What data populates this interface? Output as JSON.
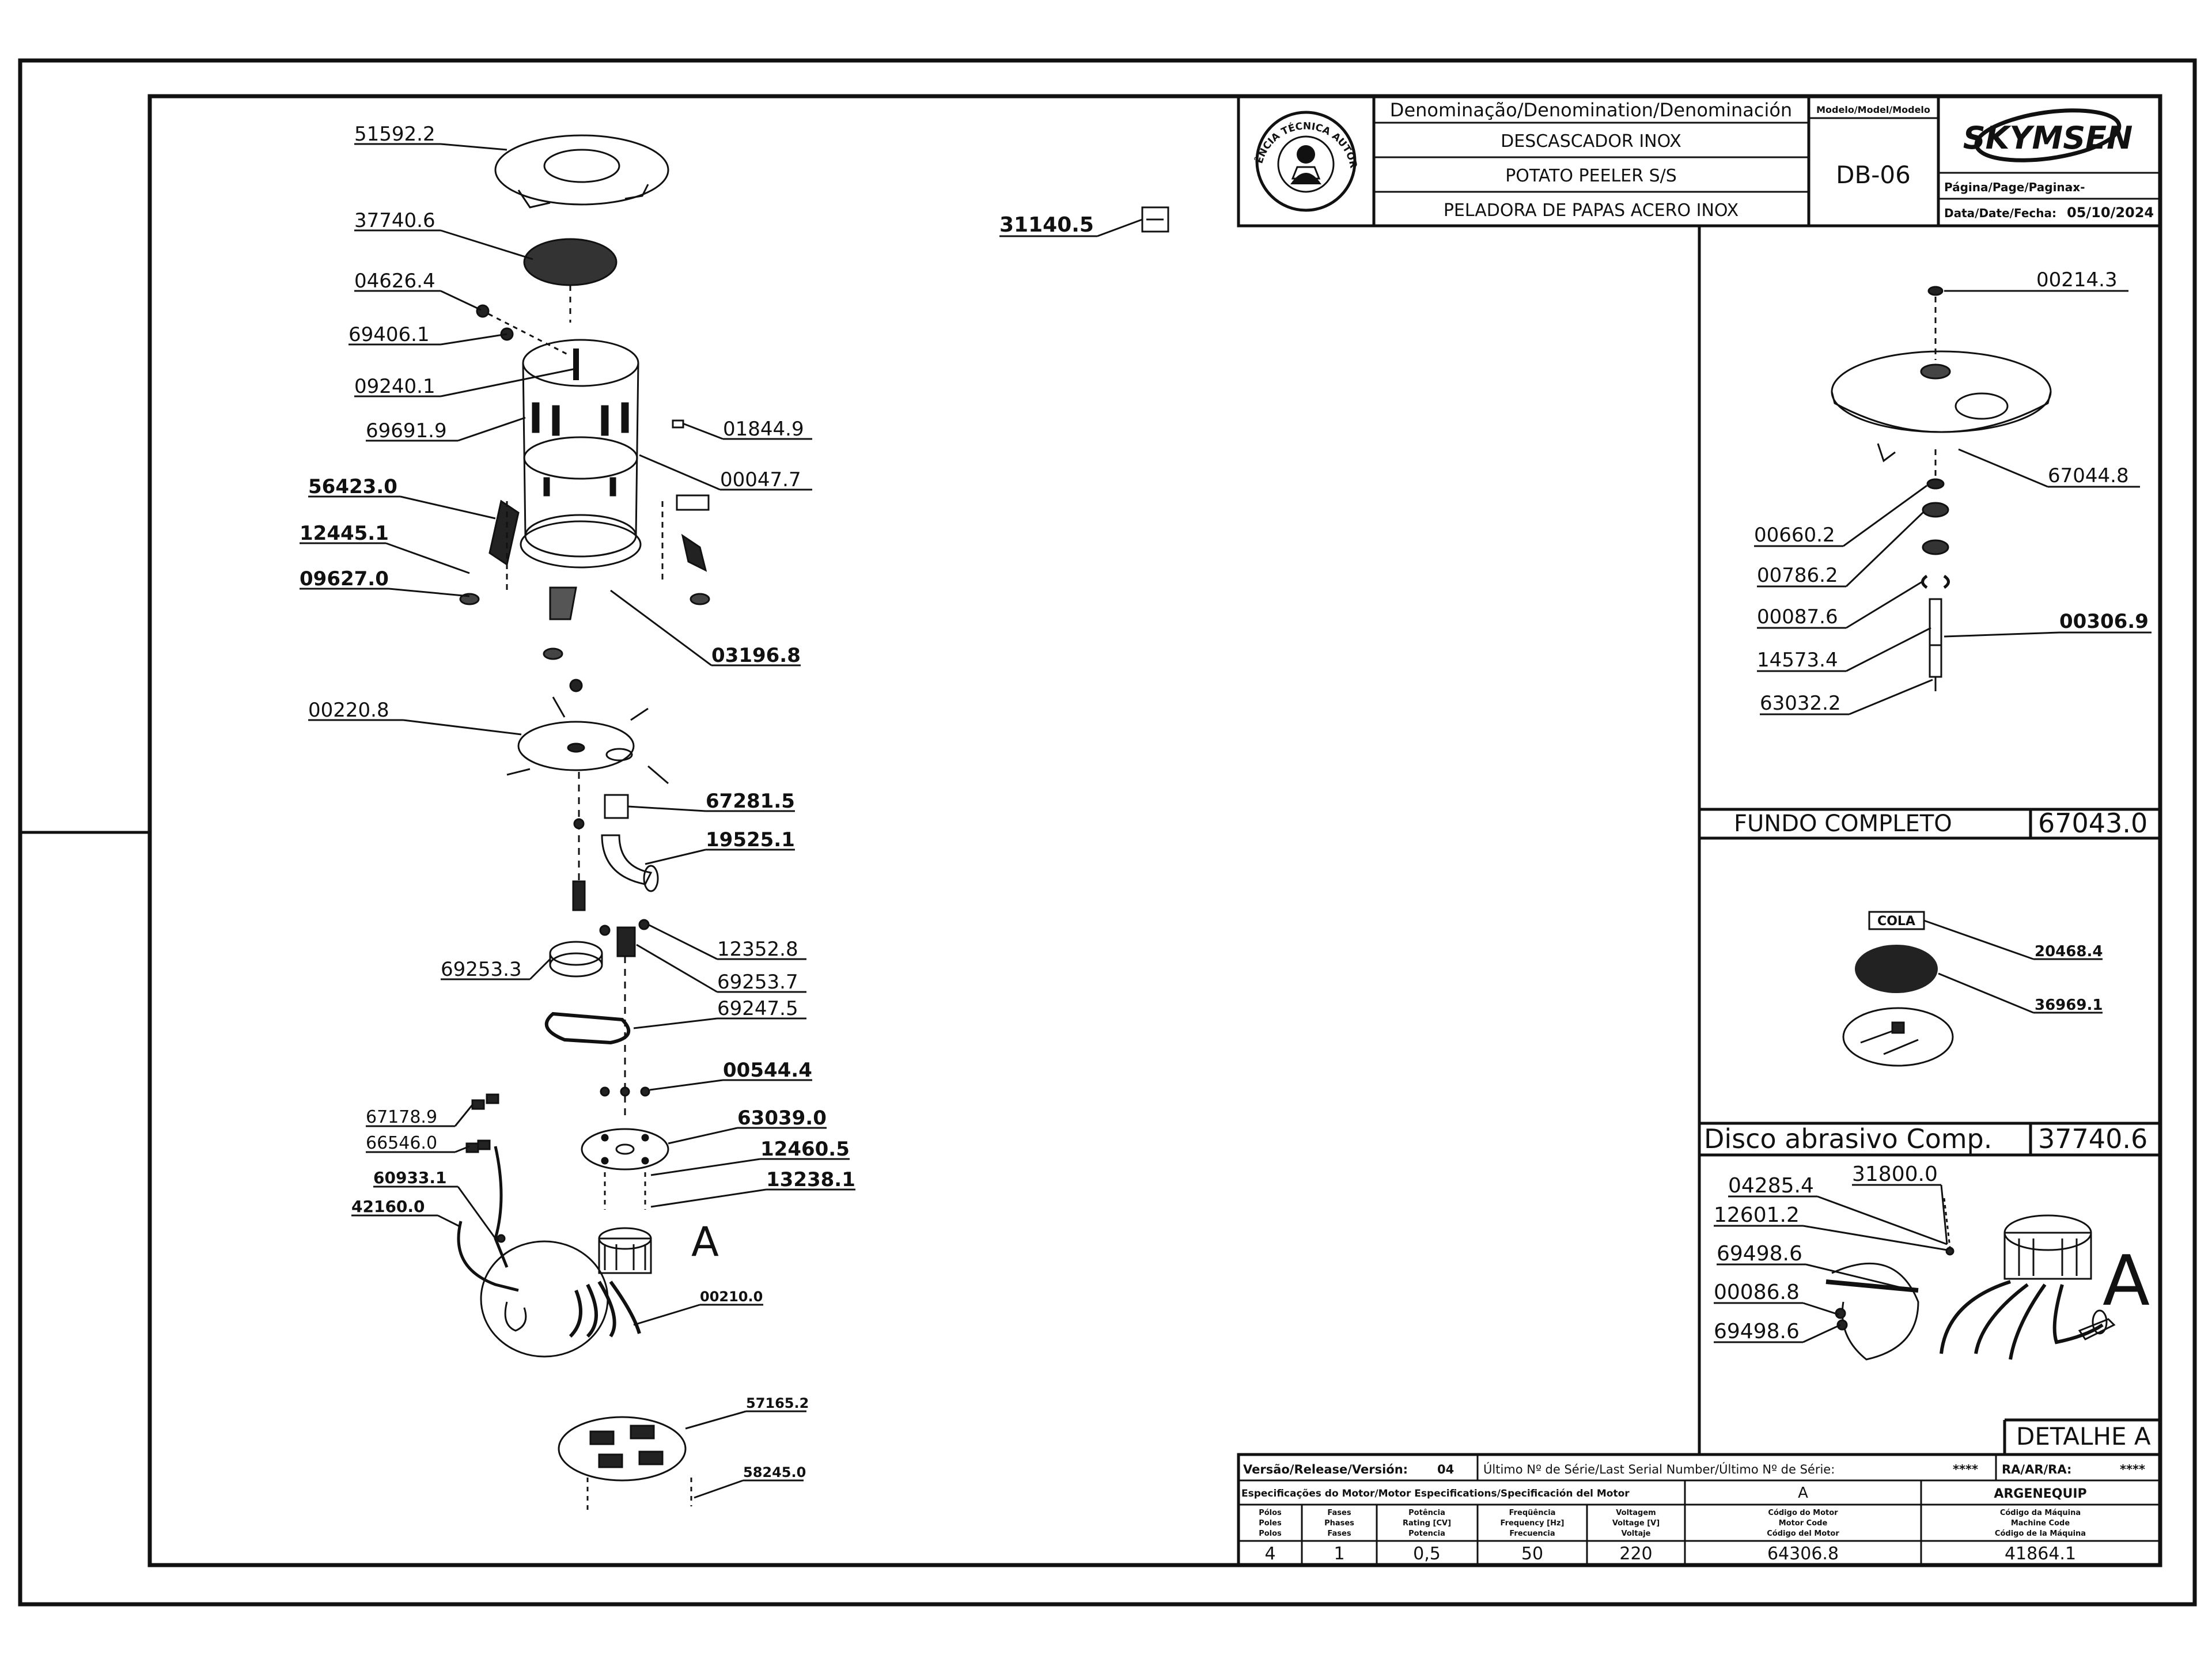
{
  "title_block": {
    "seal_text": "ASSISTÊNCIA TÉCNICA AUTORIZADA",
    "denomination_header": "Denominação/Denomination/Denominación",
    "name_pt": "DESCASCADOR INOX",
    "name_en": "POTATO PEELER S/S",
    "name_es": "PELADORA DE PAPAS ACERO INOX",
    "model_header": "Modelo/Model/Modelo",
    "model": "DB-06",
    "brand": "SKYMSEN",
    "page_label": "Página/Page/Pagina:",
    "page_value": "-x-",
    "date_label": "Data/Date/Fecha:",
    "date_value": "05/10/2024"
  },
  "main_labels": [
    {
      "id": "51592.2",
      "bold": false
    },
    {
      "id": "37740.6",
      "bold": false
    },
    {
      "id": "04626.4",
      "bold": false
    },
    {
      "id": "69406.1",
      "bold": false
    },
    {
      "id": "09240.1",
      "bold": false
    },
    {
      "id": "69691.9",
      "bold": false
    },
    {
      "id": "01844.9",
      "bold": false
    },
    {
      "id": "00047.7",
      "bold": false
    },
    {
      "id": "56423.0",
      "bold": true
    },
    {
      "id": "12445.1",
      "bold": true
    },
    {
      "id": "09627.0",
      "bold": true
    },
    {
      "id": "03196.8",
      "bold": true
    },
    {
      "id": "00220.8",
      "bold": false
    },
    {
      "id": "67281.5",
      "bold": true
    },
    {
      "id": "19525.1",
      "bold": true
    },
    {
      "id": "12352.8",
      "bold": false
    },
    {
      "id": "69253.3",
      "bold": false
    },
    {
      "id": "69253.7",
      "bold": false
    },
    {
      "id": "69247.5",
      "bold": false
    },
    {
      "id": "00544.4",
      "bold": true
    },
    {
      "id": "63039.0",
      "bold": true
    },
    {
      "id": "12460.5",
      "bold": true
    },
    {
      "id": "13238.1",
      "bold": true
    },
    {
      "id": "67178.9",
      "bold": false
    },
    {
      "id": "66546.0",
      "bold": false
    },
    {
      "id": "60933.1",
      "bold": true
    },
    {
      "id": "42160.0",
      "bold": true
    },
    {
      "id": "00210.0",
      "bold": true
    },
    {
      "id": "57165.2",
      "bold": true
    },
    {
      "id": "58245.0",
      "bold": true
    },
    {
      "id": "31140.5",
      "bold": true
    }
  ],
  "detail_a_callout": "A",
  "fundo": {
    "labels": [
      "00214.3",
      "67044.8",
      "00660.2",
      "00786.2",
      "00087.6",
      "00306.9",
      "14573.4",
      "63032.2"
    ],
    "title": "FUNDO COMPLETO",
    "code": "67043.0"
  },
  "disco": {
    "cola": "COLA",
    "labels": [
      "20468.4",
      "36969.1"
    ],
    "title": "Disco abrasivo Comp.",
    "code": "37740.6"
  },
  "detalhe": {
    "labels": [
      "04285.4",
      "31800.0",
      "12601.2",
      "69498.6",
      "00086.8",
      "69498.6"
    ],
    "letter": "A",
    "title": "DETALHE A"
  },
  "bottom": {
    "version_label": "Versão/Release/Versión:",
    "version": "04",
    "serial_label": "Último Nº de Série/Last Serial Number/Último Nº de Série:",
    "serial": "****",
    "ra_label": "RA/AR/RA:",
    "ra": "****",
    "motor_spec": "Especificações do Motor/Motor Especifications/Specificación del Motor",
    "motor_letter": "A",
    "maker": "ARGENEQUIP",
    "h_poles": [
      "Pólos",
      "Poles",
      "Polos"
    ],
    "h_phases": [
      "Fases",
      "Phases",
      "Fases"
    ],
    "h_power": [
      "Potência",
      "Rating [CV]",
      "Potencia"
    ],
    "h_freq": [
      "Freqüência",
      "Frequency [Hz]",
      "Frecuencia"
    ],
    "h_volt": [
      "Voltagem",
      "Voltage [V]",
      "Voltaje"
    ],
    "h_motor_code": [
      "Código do Motor",
      "Motor Code",
      "Código del Motor"
    ],
    "h_machine_code": [
      "Código da Máquina",
      "Machine Code",
      "Código de la Máquina"
    ],
    "poles": "4",
    "phases": "1",
    "power": "0,5",
    "freq": "50",
    "volt": "220",
    "motor_code": "64306.8",
    "machine_code": "41864.1"
  }
}
